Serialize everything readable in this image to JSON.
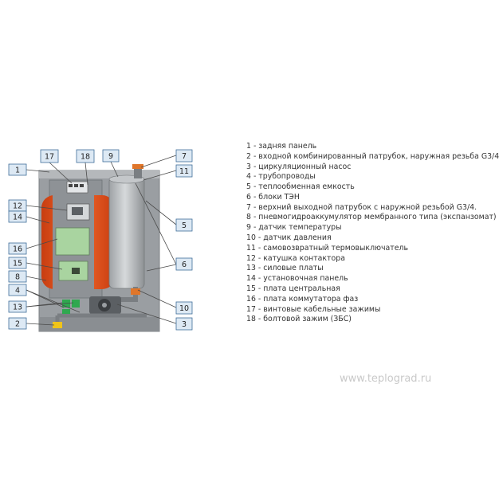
{
  "callouts": [
    "1",
    "2",
    "3",
    "4",
    "5",
    "6",
    "7",
    "8",
    "9",
    "10",
    "11",
    "12",
    "13",
    "14",
    "15",
    "16",
    "17",
    "18"
  ],
  "legend": [
    "1 - задняя панель",
    "2 - входной комбинированный патрубок, наружная резьба G3/4",
    "3 - циркуляционный насос",
    "4 - трубопроводы",
    "5 - теплообменная емкость",
    "6 - блоки ТЭН",
    "7 - верхний выходной патрубок с наружной резьбой G3/4.",
    "8 - пневмогидроаккумулятор мембранного типа (экспанзомат)",
    "9 - датчик температуры",
    "10 - датчик давления",
    "11 - самовозвратный термовыключатель",
    "12 - катушка контактора",
    "13 - силовые платы",
    "14 - установочная панель",
    "15 - плата центральная",
    "16 - плата коммутатора фаз",
    "17 - винтовые кабельные зажимы",
    "18 - болтовой зажим (ЗБС)"
  ],
  "watermark": "www.teplograd.ru",
  "colors": {
    "panel": "#9a9ea2",
    "tank": "#b7bbbe",
    "expansion_vessel": "#e8541c",
    "board": "#a9d4a0",
    "callout_border": "#3f6e9a",
    "callout_fill": "#dde9f4"
  }
}
